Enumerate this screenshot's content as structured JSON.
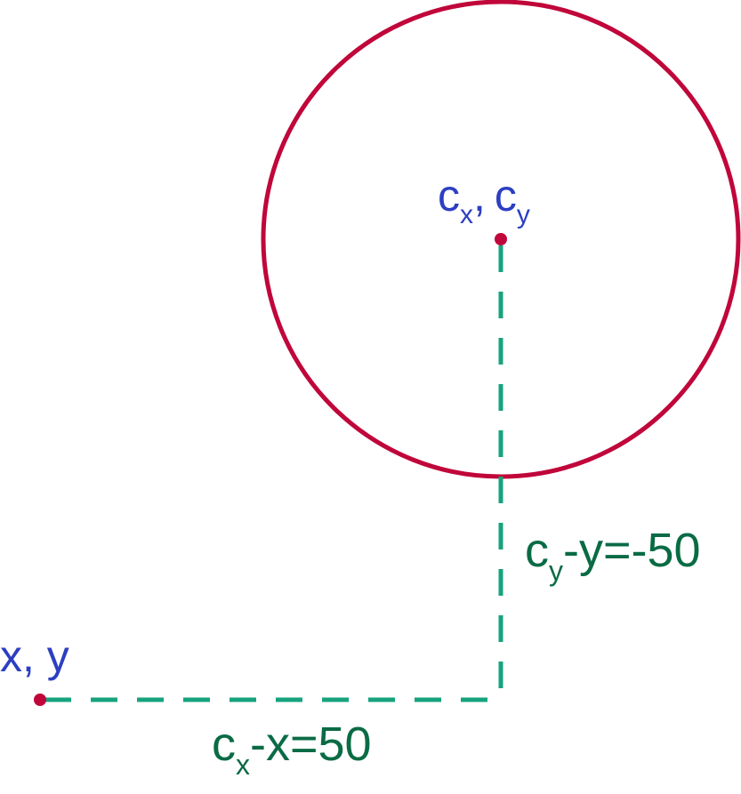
{
  "colors": {
    "circle": "#c0063a",
    "point": "#c0063a",
    "guide": "#17a37d",
    "point_label": "#2c3fc2",
    "distance_label": "#0a6b45"
  },
  "labels": {
    "center": {
      "main1": "c",
      "sub1": "x",
      "sep": ",",
      "main2": "c",
      "sub2": "y"
    },
    "origin": "x, y",
    "dy": {
      "main": "c",
      "sub": "y",
      "rest": "-y=-50"
    },
    "dx": {
      "main": "c",
      "sub": "x",
      "rest": "-x=50"
    }
  }
}
